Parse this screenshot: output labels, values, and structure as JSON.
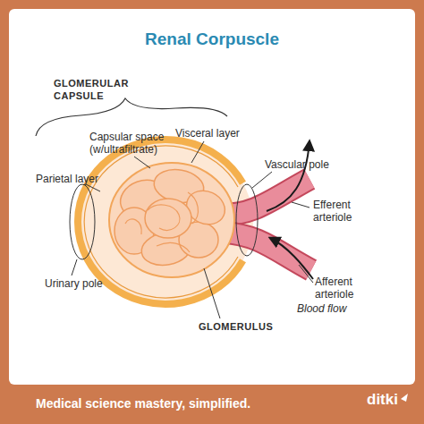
{
  "diagram": {
    "title": "Renal Corpuscle",
    "labels": [
      "GLOMERULAR CAPSULE",
      "Capsular space (w/ultrafiltrate)",
      "Visceral layer",
      "Vascular pole",
      "Parietal layer",
      "Efferent arteriole",
      "Urinary pole",
      "Afferent arteriole",
      "Blood flow",
      "GLOMERULUS",
      "Medical science mastery, simplified.",
      "ditki"
    ]
  }
}
